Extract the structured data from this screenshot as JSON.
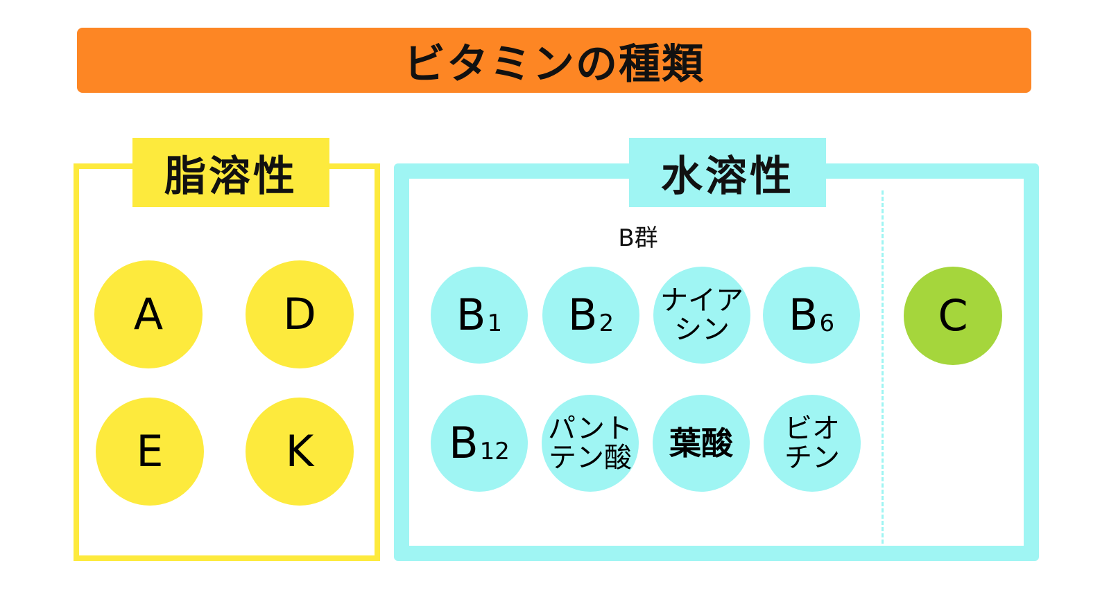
{
  "title": "ビタミンの種類",
  "fat_soluble": {
    "label": "脂溶性",
    "items": [
      {
        "label": "A"
      },
      {
        "label": "D"
      },
      {
        "label": "E"
      },
      {
        "label": "K"
      }
    ]
  },
  "water_soluble": {
    "label": "水溶性",
    "b_group_label": "B群",
    "b_items": [
      {
        "main": "B",
        "sub": "1"
      },
      {
        "main": "B",
        "sub": "2"
      },
      {
        "text": "ナイア\nシン"
      },
      {
        "main": "B",
        "sub": "6"
      },
      {
        "main": "B",
        "sub": "12"
      },
      {
        "text": "パント\nテン酸"
      },
      {
        "text": "葉酸"
      },
      {
        "text": "ビオ\nチン"
      }
    ],
    "c_item": {
      "label": "C"
    }
  },
  "colors": {
    "title_bar": "#fd8624",
    "fat": "#fdea3d",
    "water": "#9ff5f3",
    "c_circle": "#a5d63c"
  }
}
